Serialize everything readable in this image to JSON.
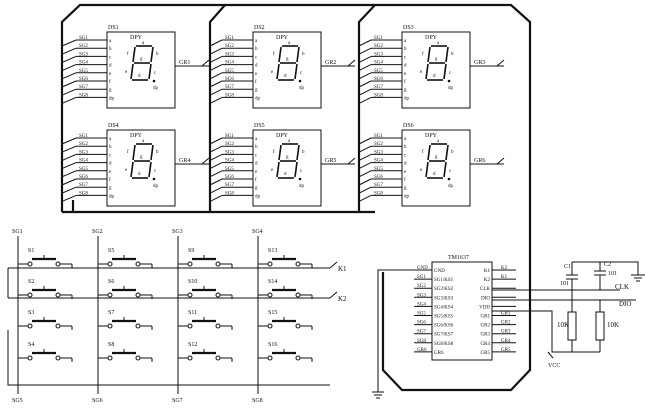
{
  "displays": [
    {
      "ref": "DS1",
      "type": "DPY",
      "grid": "GR1"
    },
    {
      "ref": "DS2",
      "type": "DPY",
      "grid": "GR2"
    },
    {
      "ref": "DS3",
      "type": "DPY",
      "grid": "GR3"
    },
    {
      "ref": "DS4",
      "type": "DPY",
      "grid": "GR4"
    },
    {
      "ref": "DS5",
      "type": "DPY",
      "grid": "GR5"
    },
    {
      "ref": "DS6",
      "type": "DPY",
      "grid": "GR6"
    }
  ],
  "segment_nets": [
    "SG1",
    "SG2",
    "SG3",
    "SG4",
    "SG5",
    "SG6",
    "SG7",
    "SG8"
  ],
  "segment_pins": [
    "a",
    "b",
    "c",
    "d",
    "e",
    "f",
    "g",
    "dp"
  ],
  "digit_inner_labels": {
    "a": "a",
    "b": "b",
    "c": "c",
    "d": "d",
    "e": "e",
    "f": "f",
    "g": "g",
    "dp": "dp"
  },
  "keys": [
    {
      "ref": "S1"
    },
    {
      "ref": "S5"
    },
    {
      "ref": "S9"
    },
    {
      "ref": "S13"
    },
    {
      "ref": "S2"
    },
    {
      "ref": "S6"
    },
    {
      "ref": "S10"
    },
    {
      "ref": "S14"
    },
    {
      "ref": "S3"
    },
    {
      "ref": "S7"
    },
    {
      "ref": "S11"
    },
    {
      "ref": "S15"
    },
    {
      "ref": "S4"
    },
    {
      "ref": "S8"
    },
    {
      "ref": "S12"
    },
    {
      "ref": "S16"
    }
  ],
  "key_top_nets": [
    "SG1",
    "SG2",
    "SG3",
    "SG4"
  ],
  "key_bottom_nets": [
    "SG5",
    "SG6",
    "SG7",
    "SG8"
  ],
  "key_lines": [
    "K1",
    "K2"
  ],
  "chip": {
    "ref": "TM1637",
    "left_pins": [
      "GND",
      "SG1/KS1",
      "SG2/KS2",
      "SG3/KS3",
      "SG4/KS4",
      "SG5/KS5",
      "SG6/KS6",
      "SG7/KS7",
      "SG8/KS8",
      "GR6"
    ],
    "right_pins": [
      "K1",
      "K2",
      "CLK",
      "DIO",
      "VDD",
      "GR1",
      "GR2",
      "GR3",
      "GR4",
      "GR5"
    ],
    "left_nets": [
      "GND",
      "SG1",
      "SG2",
      "SG3",
      "SG4",
      "SG5",
      "SG6",
      "SG7",
      "SG8",
      "GR6"
    ],
    "right_nets": [
      "K2",
      "K1",
      "",
      "",
      "",
      "GR1",
      "GR2",
      "GR3",
      "GR4",
      "GR5"
    ]
  },
  "passives": {
    "c1_ref": "C1",
    "c1_val": "101",
    "c2_ref": "C2",
    "c2_val": "101",
    "r1_val": "10K",
    "r2_val": "10K"
  },
  "ext_nets": {
    "clk": "CLK",
    "dio": "DIO",
    "vcc": "VCC"
  }
}
